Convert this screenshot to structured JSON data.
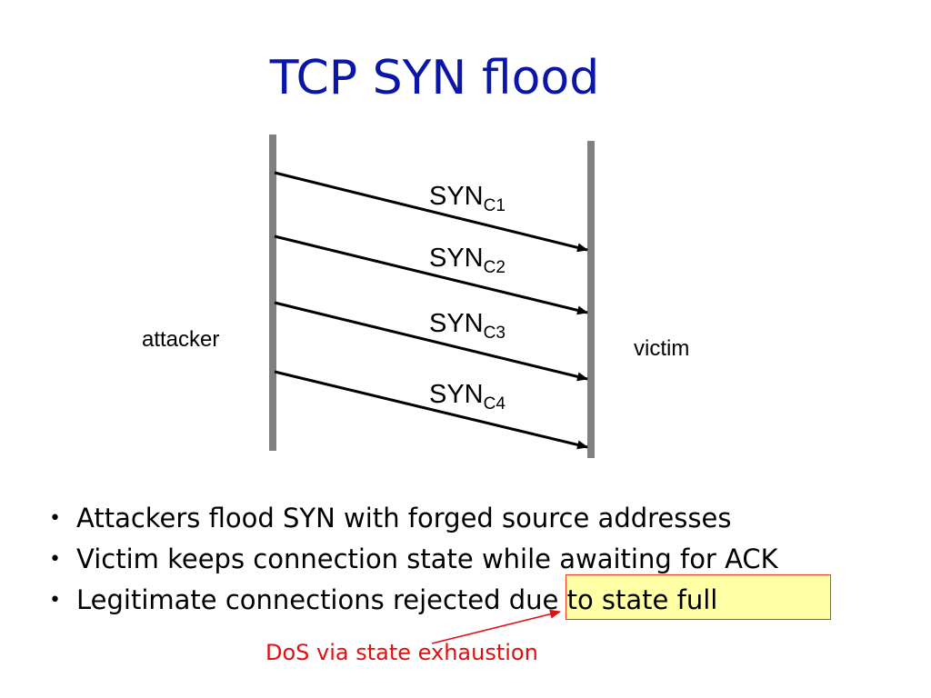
{
  "slide": {
    "title": "TCP SYN flood"
  },
  "diagram": {
    "left_actor": "attacker",
    "right_actor": "victim",
    "messages": [
      {
        "base": "SYN",
        "sub": "C1"
      },
      {
        "base": "SYN",
        "sub": "C2"
      },
      {
        "base": "SYN",
        "sub": "C3"
      },
      {
        "base": "SYN",
        "sub": "C4"
      }
    ]
  },
  "bullets": [
    {
      "text": "Attackers flood SYN with forged source addresses"
    },
    {
      "text": "Victim keeps connection state while awaiting for ACK"
    },
    {
      "text": "Legitimate connections rejected due to state full"
    }
  ],
  "bullet_marker": "•",
  "annotation": {
    "text": "DoS via state exhaustion",
    "color": "#e01010",
    "highlight_color": "#ffffa6"
  },
  "colors": {
    "title": "#0a16a8",
    "timeline": "#808080",
    "arrow": "#000000"
  }
}
